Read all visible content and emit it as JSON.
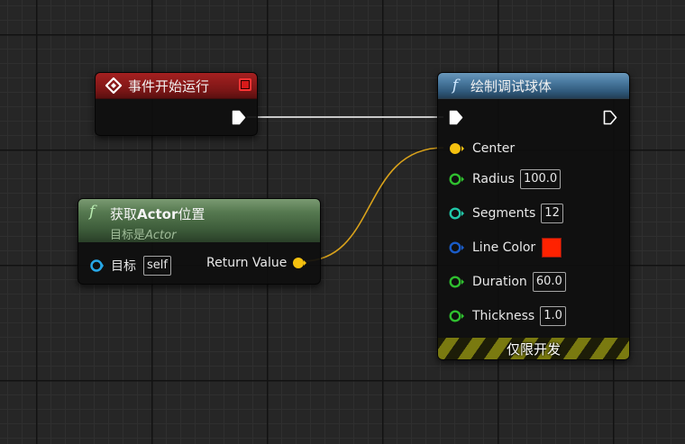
{
  "event_node": {
    "title": "事件开始运行"
  },
  "get_location_node": {
    "title_prefix": "获取",
    "title_bold": "Actor",
    "title_suffix": "位置",
    "subtitle_prefix": "目标是",
    "subtitle_italic": "Actor",
    "target_label": "目标",
    "target_value": "self",
    "return_label": "Return Value"
  },
  "draw_sphere_node": {
    "title": "绘制调试球体",
    "pins": [
      {
        "name": "Center",
        "value": null
      },
      {
        "name": "Radius",
        "value": "100.0"
      },
      {
        "name": "Segments",
        "value": "12"
      },
      {
        "name": "Line Color",
        "color": "#ff2200"
      },
      {
        "name": "Duration",
        "value": "60.0"
      },
      {
        "name": "Thickness",
        "value": "1.0"
      }
    ],
    "footer": "仅限开发"
  },
  "icons": {
    "event": "diamond-event-icon",
    "function": "function-f-icon",
    "exec": "exec-arrow-icon"
  },
  "colors": {
    "event_header": "#8a1a1a",
    "pure_header": "#4a6b45",
    "function_header": "#3b6686",
    "vector_pin": "#f5c10f",
    "float_pin": "#2fbf2f",
    "int_pin": "#21c7a8",
    "struct_pin": "#1a5cc8",
    "object_pin": "#27a7e6",
    "wire_exec": "#d8d8d8",
    "wire_vector": "#d9a21b"
  }
}
